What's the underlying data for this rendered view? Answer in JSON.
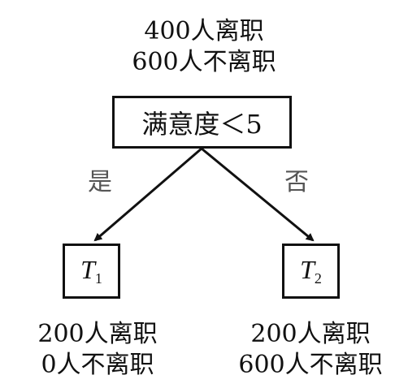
{
  "root": {
    "stats": [
      "400人离职",
      "600人不离职"
    ],
    "condition": "满意度＜5"
  },
  "edges": {
    "yes": "是",
    "no": "否"
  },
  "left_leaf": {
    "label_main": "T",
    "label_sub": "1",
    "stats": [
      "200人离职",
      "0人不离职"
    ]
  },
  "right_leaf": {
    "label_main": "T",
    "label_sub": "2",
    "stats": [
      "200人离职",
      "600人不离职"
    ]
  }
}
